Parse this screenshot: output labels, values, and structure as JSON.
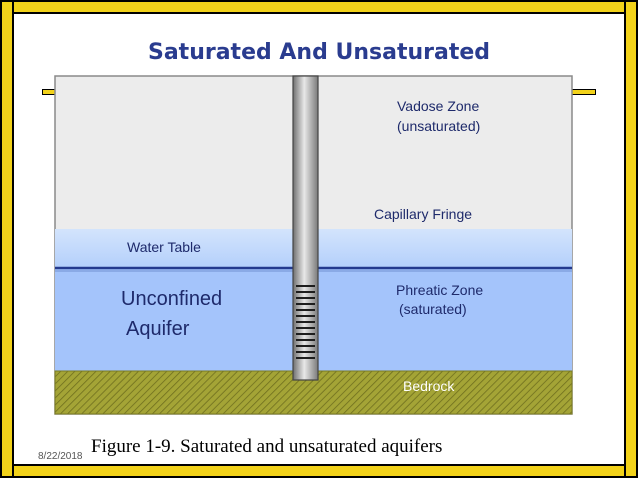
{
  "title": "Saturated And Unsaturated",
  "labels": {
    "vadose_line1": "Vadose Zone",
    "vadose_line2": "(unsaturated)",
    "capillary": "Capillary Fringe",
    "water_table": "Water Table",
    "phreatic_line1": "Phreatic Zone",
    "phreatic_line2": "(saturated)",
    "aquifer_line1": "Unconfined",
    "aquifer_line2": "Aquifer",
    "bedrock": "Bedrock"
  },
  "caption": "Figure 1-9. Saturated and unsaturated aquifers",
  "date": "8/22/2018",
  "colors": {
    "frame": "#f2d21a",
    "title": "#2a3c8f",
    "unsaturated_zone": "#ececec",
    "capillary_fringe": "#c6dcfb",
    "saturated_zone": "#a4c4fb",
    "bedrock": "#a4a436",
    "well_casing": "#9a9a9a"
  },
  "icons": [
    "well-pipe-icon",
    "well-screen-icon",
    "bedrock-hatch-icon"
  ]
}
